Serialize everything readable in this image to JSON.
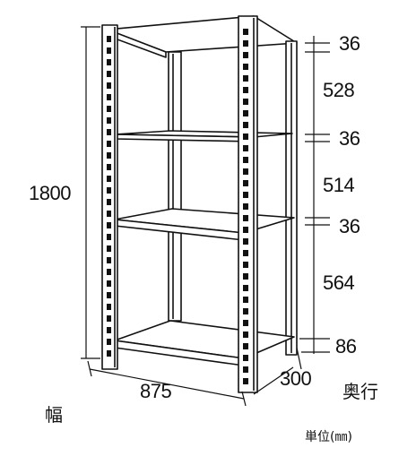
{
  "labels": {
    "total_height": "1800",
    "width_value": "875",
    "depth_value": "300",
    "width_caption": "幅",
    "depth_caption": "奥行",
    "unit_caption": "単位(㎜)",
    "top_thickness": "36",
    "gap_top": "528",
    "shelf2_thickness": "36",
    "gap_middle": "514",
    "shelf3_thickness": "36",
    "gap_bottom": "564",
    "bottom_clearance": "86"
  },
  "colors": {
    "line": "#111111",
    "frame_fill": "#ffffff",
    "shelf_shade": "#e6e6e6"
  }
}
